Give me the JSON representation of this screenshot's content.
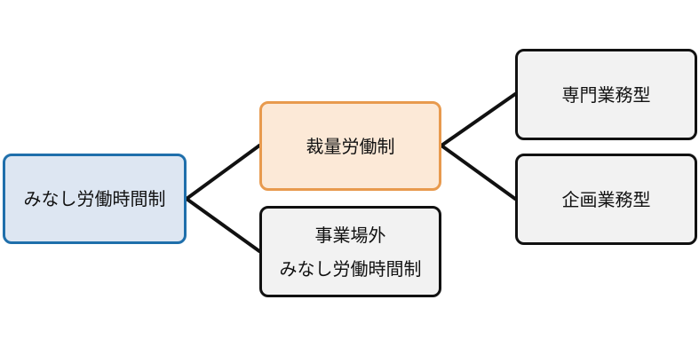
{
  "diagram": {
    "colors": {
      "root_border": "#1f6fab",
      "root_fill": "#dde6f2",
      "highlight_border": "#e89a4e",
      "highlight_fill": "#fce9d7",
      "default_border": "#111111",
      "default_fill": "#f2f2f2",
      "connector": "#111111"
    },
    "nodes": {
      "root": {
        "label": "みなし労働時間制"
      },
      "discretionary": {
        "label": "裁量労働制"
      },
      "offsite": {
        "line1": "事業場外",
        "line2": "みなし労働時間制"
      },
      "professional": {
        "label": "専門業務型"
      },
      "planning": {
        "label": "企画業務型"
      }
    },
    "edges": [
      {
        "from": "root",
        "to": "discretionary"
      },
      {
        "from": "root",
        "to": "offsite"
      },
      {
        "from": "discretionary",
        "to": "professional"
      },
      {
        "from": "discretionary",
        "to": "planning"
      }
    ]
  }
}
